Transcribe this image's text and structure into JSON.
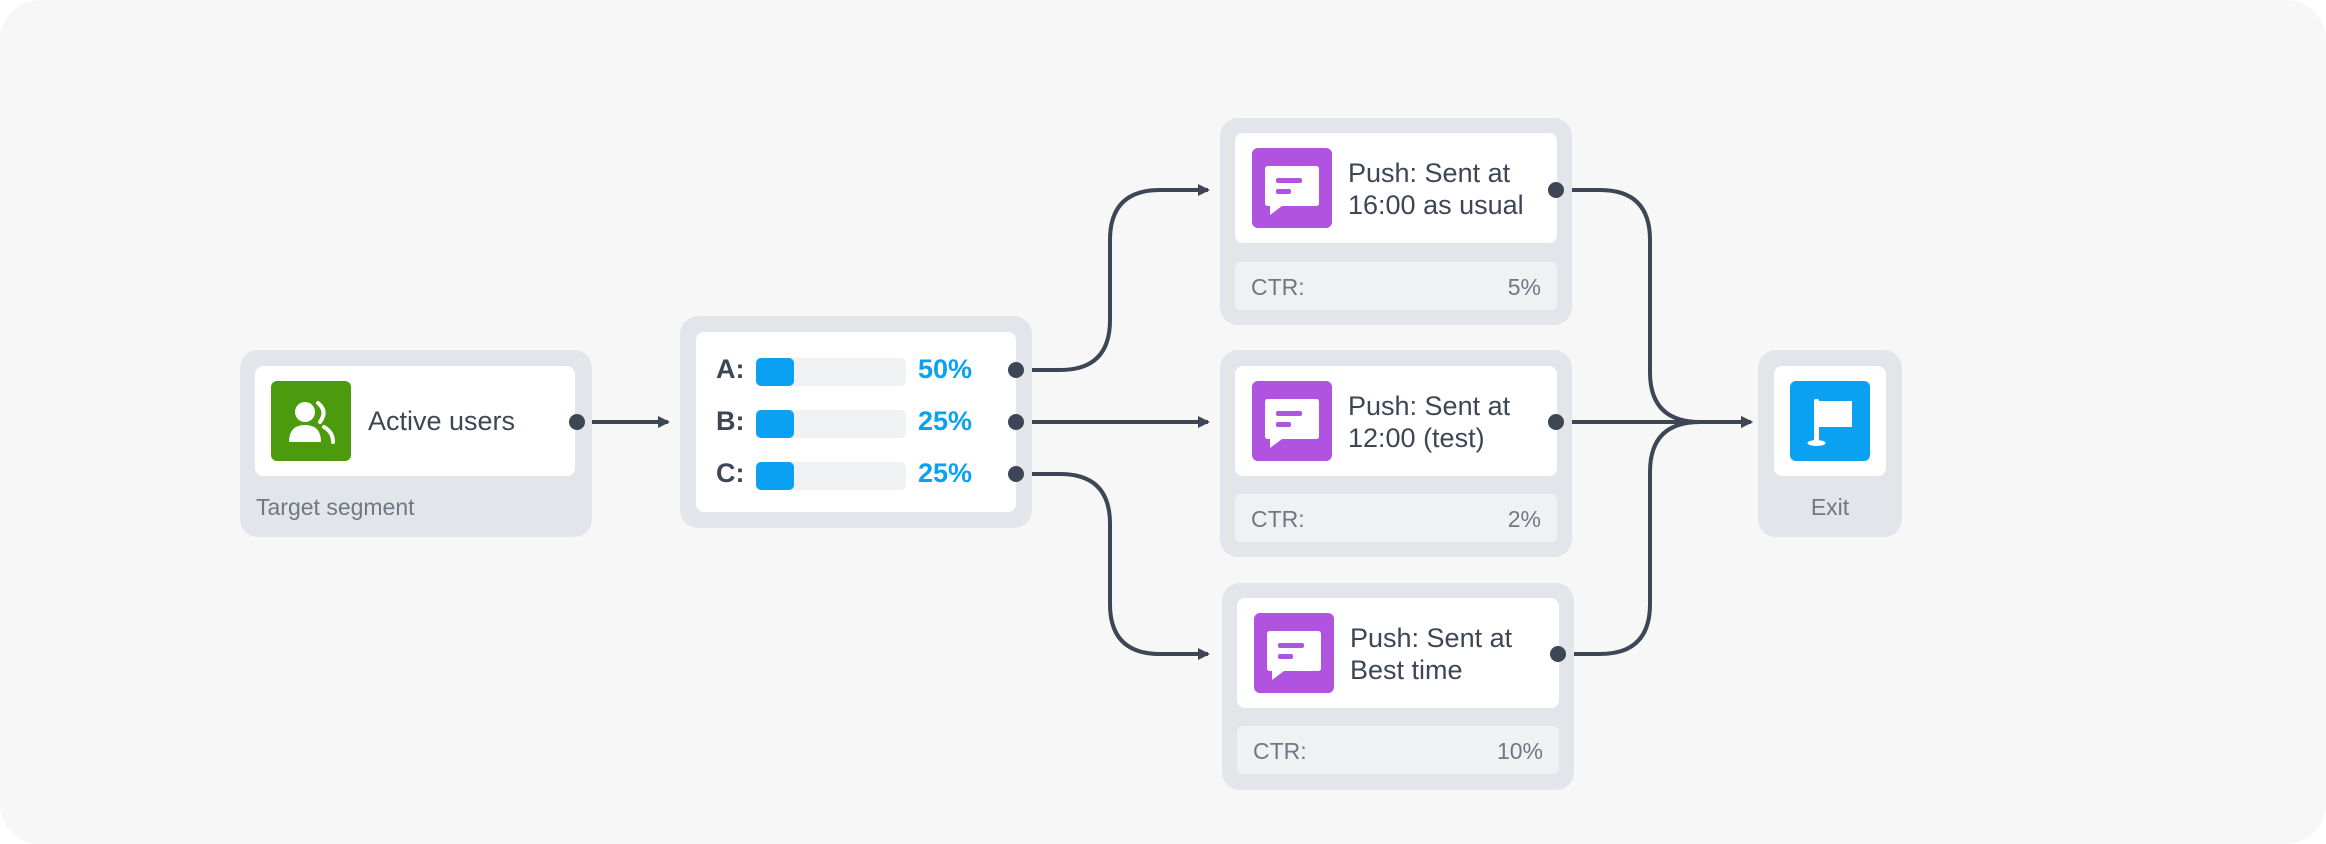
{
  "colors": {
    "segment_icon": "#4c9a0e",
    "push_icon": "#b053e0",
    "exit_icon": "#0aa1f2",
    "split_accent": "#0aa1f2",
    "connector": "#3d4654"
  },
  "segment": {
    "label": "Active users",
    "caption": "Target segment",
    "icon": "users-icon"
  },
  "split": {
    "rows": [
      {
        "letter": "A:",
        "percent_label": "50%",
        "fill_fraction": 0.25
      },
      {
        "letter": "B:",
        "percent_label": "25%",
        "fill_fraction": 0.25
      },
      {
        "letter": "C:",
        "percent_label": "25%",
        "fill_fraction": 0.25
      }
    ]
  },
  "pushes": [
    {
      "line1": "Push: Sent at",
      "line2": "16:00 as usual",
      "ctr_label": "CTR:",
      "ctr_value": "5%",
      "icon": "message-icon"
    },
    {
      "line1": "Push: Sent at",
      "line2": "12:00 (test)",
      "ctr_label": "CTR:",
      "ctr_value": "2%",
      "icon": "message-icon"
    },
    {
      "line1": "Push: Sent at",
      "line2": "Best time",
      "ctr_label": "CTR:",
      "ctr_value": "10%",
      "icon": "message-icon"
    }
  ],
  "exit": {
    "label": "Exit",
    "icon": "flag-icon"
  }
}
